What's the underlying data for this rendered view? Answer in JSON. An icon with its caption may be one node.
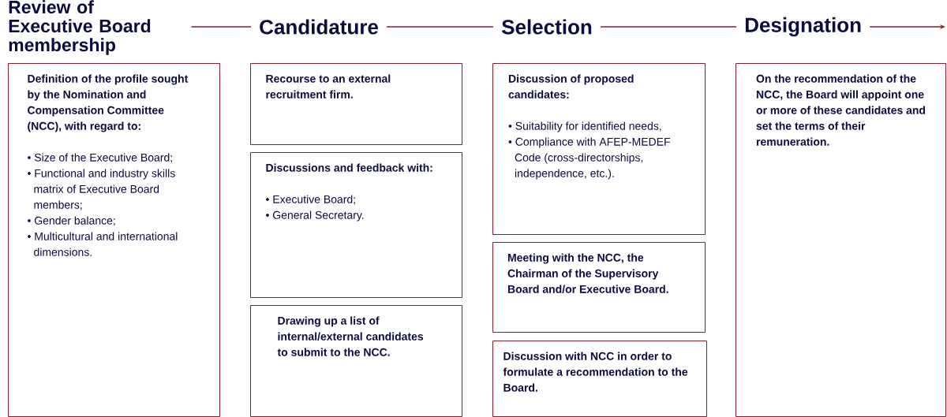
{
  "diagram": {
    "nodes": [
      {
        "text": [
          "Review of Executive Board membership"
        ]
      },
      {
        "text": [
          "Candidature"
        ]
      },
      {
        "text": [
          "Selection"
        ]
      },
      {
        "text": [
          "Designation"
        ]
      },
      {
        "text": [
          "Definition of the profile sought by the Nomination and Compensation Committee (NCC), with regard to:",
          "• Size of the Executive Board;",
          "• Functional and industry skills matrix of Executive Board members;",
          "• Gender balance;",
          "• Multicultural and international dimensions."
        ]
      },
      {
        "text": [
          "Recourse to an external recruitment firm."
        ]
      },
      {
        "text": [
          "Discussions and feedback with:",
          "• Executive Board;",
          "• General Secretary."
        ]
      },
      {
        "text": [
          "Drawing up a list of internal/external candidates to submit to the NCC."
        ]
      },
      {
        "text": [
          "Discussion of proposed candidates:",
          "• Suitability for identified needs,",
          "• Compliance with AFEP-MEDEF Code (cross-directorships, independence, etc.)."
        ]
      },
      {
        "text": [
          "Meeting with the NCC, the Chairman of the Supervisory Board and/or Executive Board."
        ]
      },
      {
        "text": [
          "Discussion with NCC in order to formulate a recommendation to the Board."
        ]
      },
      {
        "text": [
          "On the recommendation of the NCC, the Board will appoint one or more of these candidates and set the terms of their remuneration."
        ]
      }
    ],
    "edges": [
      {
        "from": 0,
        "to": 1,
        "arrow": "none"
      },
      {
        "from": 1,
        "to": 2,
        "arrow": "none"
      },
      {
        "from": 2,
        "to": 3,
        "arrow": "none"
      },
      {
        "from": 3,
        "to": null,
        "arrow": "to"
      }
    ]
  }
}
